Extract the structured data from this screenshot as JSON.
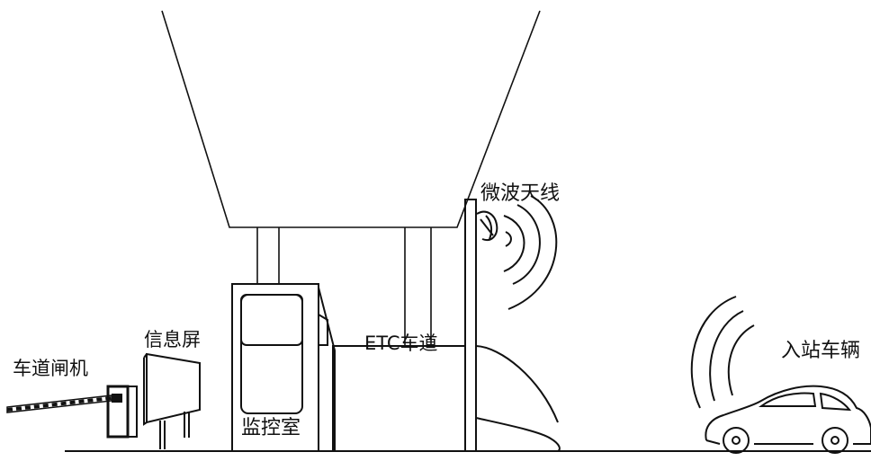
{
  "labels": {
    "antenna": "微波天线",
    "etc_lane": "ETC车道",
    "info_screen": "信息屏",
    "barrier_gate": "车道闸机",
    "monitor_room": "监控室",
    "incoming_vehicle": "入站车辆"
  },
  "colors": {
    "stroke": "#111111",
    "background": "#ffffff"
  }
}
